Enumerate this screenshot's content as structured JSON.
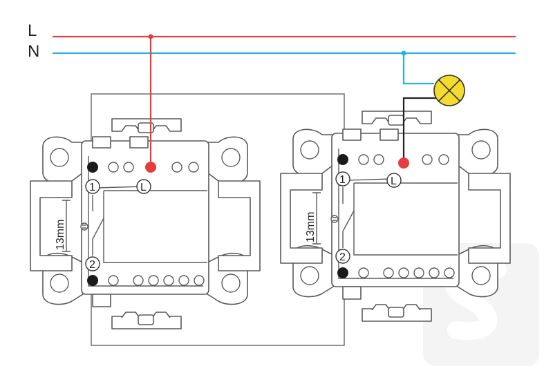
{
  "lines": {
    "phase_label": "L",
    "neutral_label": "N",
    "phase_color": "#e63c3c",
    "neutral_color": "#2bb0e0",
    "load_wire_color": "#222222"
  },
  "lamp": {
    "icon": "lamp-icon",
    "fill": "#f4dc2c"
  },
  "switches": [
    {
      "terminal_1": "1",
      "terminal_2": "2",
      "terminal_L": "L",
      "spacing_label": "13mm"
    },
    {
      "terminal_1": "1",
      "terminal_2": "2",
      "terminal_L": "L",
      "spacing_label": "13mm"
    }
  ],
  "watermark": {
    "icon": "s-logo-watermark-icon"
  }
}
